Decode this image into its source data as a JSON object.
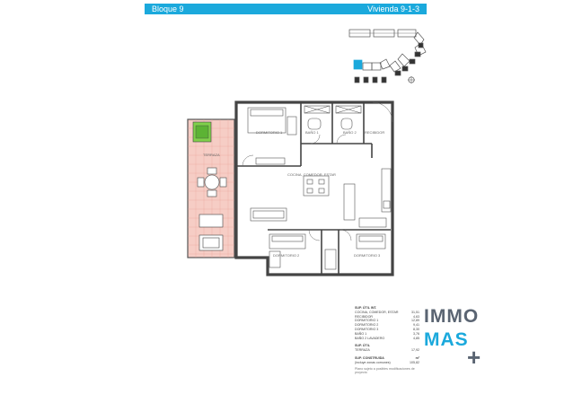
{
  "header": {
    "block": "Bloque 9",
    "unit": "Vivienda  9-1-3"
  },
  "rooms": {
    "dormitorio1": "DORMITORIO 1",
    "bano1": "BAÑO 1",
    "bano2": "BAÑO 2",
    "recibidor": "RECIBIDOR",
    "terraza": "TERRAZA",
    "cocina": "COCINA, COMEDOR, ESTAR",
    "dormitorio2": "DORMITORIO 2",
    "dormitorio3": "DORMITORIO 3"
  },
  "surfaces": {
    "title_util_int": "SUP. ÚTIL INT.",
    "rows": [
      {
        "label": "COCINA, COMEDOR, ESTAR",
        "value": "31,51"
      },
      {
        "label": "RECIBIDOR",
        "value": "4,63"
      },
      {
        "label": "DORMITORIO 1",
        "value": "12,89"
      },
      {
        "label": "DORMITORIO 2",
        "value": "9,41"
      },
      {
        "label": "DORMITORIO 3",
        "value": "8,30"
      },
      {
        "label": "BAÑO 1",
        "value": "3,76"
      },
      {
        "label": "BAÑO 2 LAVADERO",
        "value": "4,85"
      }
    ],
    "title_util": "SUP. ÚTIL",
    "terraza_label": "TERRAZA",
    "terraza_value": "17,92",
    "construida_label": "SUP. CONSTRUIDA",
    "unit": "m²",
    "construida_note": "(incluye zonas comunes)",
    "construida_value": "105,82",
    "footnote": "Plano sujeto a posibles modificaciones de proyecto"
  },
  "logo": {
    "line1": "IMMO",
    "line2": "MAS",
    "plus": "+"
  },
  "colors": {
    "accent": "#1ba9dc",
    "terrace": "#f6cdc5",
    "terrace_line": "#e48a7c",
    "pool": "#7fd04a",
    "highlight": "#1ba9dc"
  }
}
